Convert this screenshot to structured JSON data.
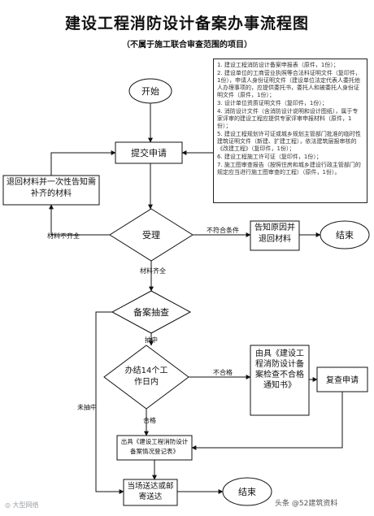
{
  "title": "建设工程消防设计备案办事流程图",
  "subtitle": "（不属于施工联合审查范围的项目）",
  "requirements": [
    "1. 建设工程消防设计备案申报表（原件，1份）；",
    "2. 建设单位的工商营业执照等合法科证明文件（复印件，1份），申请人身份证明文件（建设单位法定代表人委托他人办理事项的，应提供委托书，委托人和被委托人身份证明文件（原件，1份）；",
    "3. 设计单位资质证明文件（复印件，1份）；",
    "4. 消防设计文件（含消防设计说明和设计图纸），属于专家评审的建设工程应提供专家评审申报材料（原件，1份）；",
    "5. 建设工程规划许可证或城乡规划主管部门批准的临时性建筑证明文件（新建、扩建工程），依法建筑层报审核的《改建工程》（复印件，1份）；",
    "6. 建设工程施工许可证（复印件，1份）；",
    "7. 施工图审查报告（按照住房和城乡建设行政主管部门的规定应当进行施工图审查的工程）（原件，1份）。"
  ],
  "nodes": {
    "start": "开始",
    "submit": "提交申请",
    "return_materials": "退回材料并一次性告知需补齐的材料",
    "accept": "受理",
    "reject_notice": "告知原因并退回材料",
    "end1": "结束",
    "spot_check": "备案抽查",
    "review": "办结14个工作日内",
    "fail_notice": "由具《建设工程消防设计备案检查不合格通知书》",
    "reapply": "复查申请",
    "issue_record": "出具《建设工程消防设计备案情况登记表》",
    "deliver": "当场送达或邮寄送达",
    "end2": "结束"
  },
  "edges": {
    "incomplete": "材料不齐全",
    "not_eligible": "不符合条件",
    "complete": "材料齐全",
    "sampled": "抽中",
    "not_sampled": "未抽中",
    "fail": "不合格",
    "pass": "合格"
  },
  "watermark_left": "◎ 大型网络",
  "watermark_right": "头条 @52建筑资料"
}
